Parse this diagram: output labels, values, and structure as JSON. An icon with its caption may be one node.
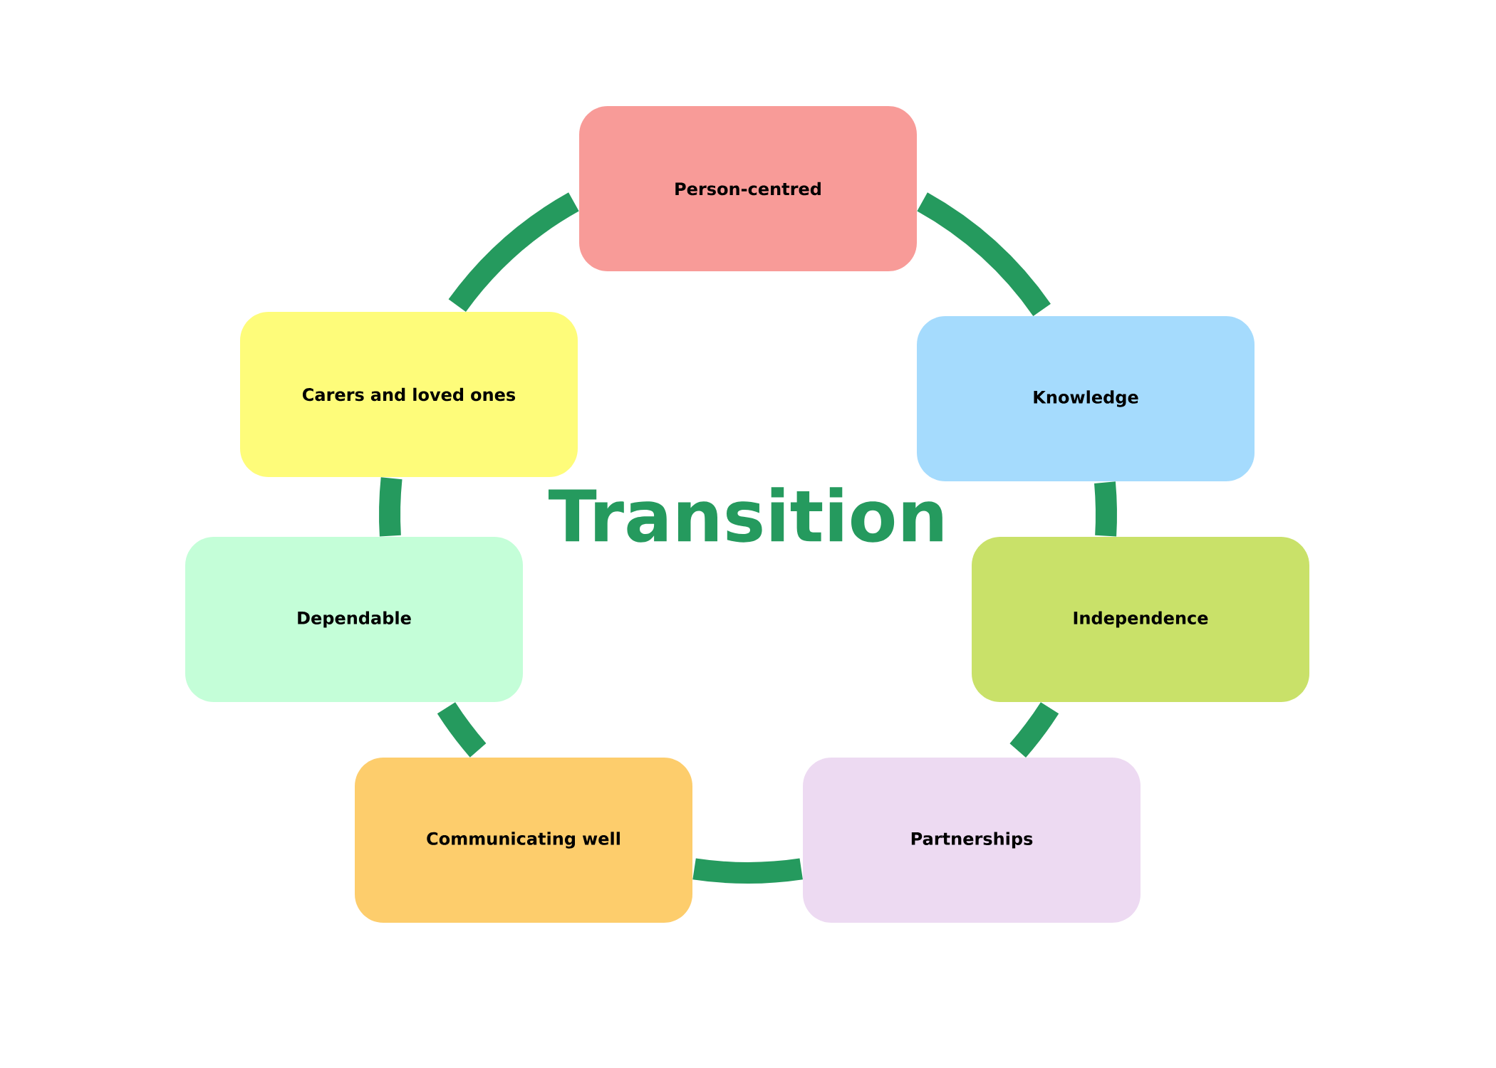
{
  "diagram": {
    "title": "Transition",
    "nodes": [
      {
        "text": [
          "Person-centred"
        ]
      },
      {
        "text": [
          "Knowledge"
        ]
      },
      {
        "text": [
          "Independence"
        ]
      },
      {
        "text": [
          "Partnerships"
        ]
      },
      {
        "text": [
          "Communicating well"
        ]
      },
      {
        "text": [
          "Dependable"
        ]
      },
      {
        "text": [
          "Carers and loved ones"
        ]
      }
    ],
    "edges": [
      {
        "from": 0,
        "to": 1,
        "arrow": "none"
      },
      {
        "from": 1,
        "to": 2,
        "arrow": "none"
      },
      {
        "from": 2,
        "to": 3,
        "arrow": "none"
      },
      {
        "from": 3,
        "to": 4,
        "arrow": "none"
      },
      {
        "from": 4,
        "to": 5,
        "arrow": "none"
      },
      {
        "from": 5,
        "to": 6,
        "arrow": "none"
      },
      {
        "from": 6,
        "to": 0,
        "arrow": "none"
      }
    ]
  }
}
